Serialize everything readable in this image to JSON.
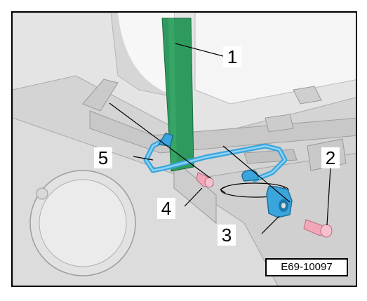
{
  "figure": {
    "reference_code": "E69-10097",
    "callouts": [
      {
        "id": "1",
        "label": "1"
      },
      {
        "id": "2",
        "label": "2"
      },
      {
        "id": "3",
        "label": "3"
      },
      {
        "id": "4",
        "label": "4"
      },
      {
        "id": "5",
        "label": "5"
      }
    ],
    "colors": {
      "strap": "#2e9a5e",
      "bracket": "#3aa5dc",
      "bolt": "#f2a7b8",
      "frame_border": "#000000",
      "body_panel": "#d9d9d9"
    }
  }
}
